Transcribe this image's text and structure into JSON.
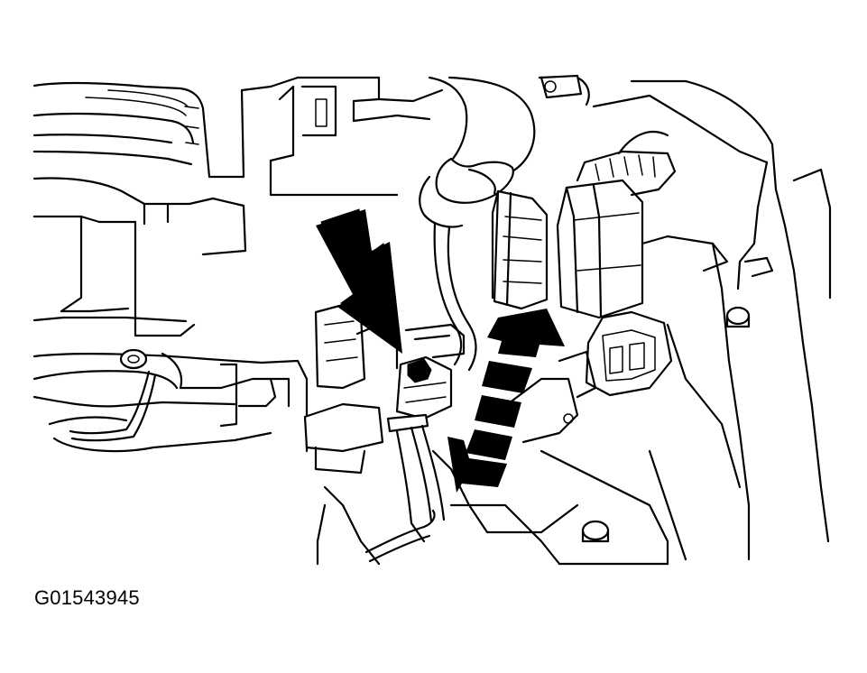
{
  "figure": {
    "caption": "G01543945",
    "ink_color": "#000000",
    "background_color": "#ffffff"
  },
  "callouts": {
    "pointer_arrow": "solid-arrow",
    "motion_arrow": "dashed-double-arrow"
  }
}
